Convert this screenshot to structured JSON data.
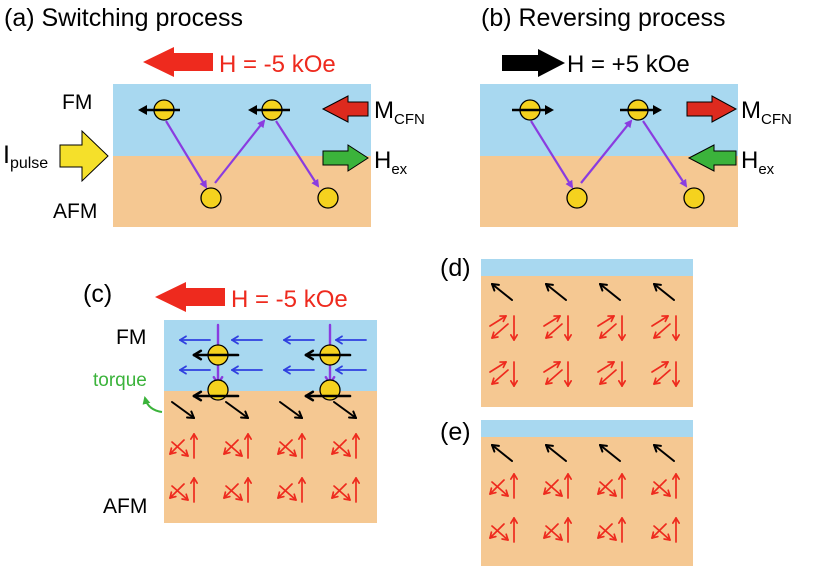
{
  "panel_a": {
    "label": "(a) Switching process",
    "field": "H = -5 kOe",
    "fm": "FM",
    "afm": "AFM",
    "pulse_main": "I",
    "pulse_sub": "pulse",
    "m_main": "M",
    "m_sub": "CFN",
    "hex_main": "H",
    "hex_sub": "ex"
  },
  "panel_b": {
    "label": "(b) Reversing process",
    "field": "H = +5 kOe",
    "m_main": "M",
    "m_sub": "CFN",
    "hex_main": "H",
    "hex_sub": "ex"
  },
  "panel_c": {
    "label": "(c)",
    "field": "H = -5 kOe",
    "fm": "FM",
    "afm": "AFM",
    "torque": "torque"
  },
  "panel_d": {
    "label": "(d)"
  },
  "panel_e": {
    "label": "(e)"
  },
  "colors": {
    "fm_layer": "#a8d8f0",
    "afm_layer": "#f5c892",
    "red": "#ee2a1e",
    "black": "#111111",
    "blue": "#2f3fe0",
    "purple": "#8a3ce0",
    "green": "#3bb33b",
    "yellow": "#f5e02a",
    "atom": "#f5d21e"
  }
}
